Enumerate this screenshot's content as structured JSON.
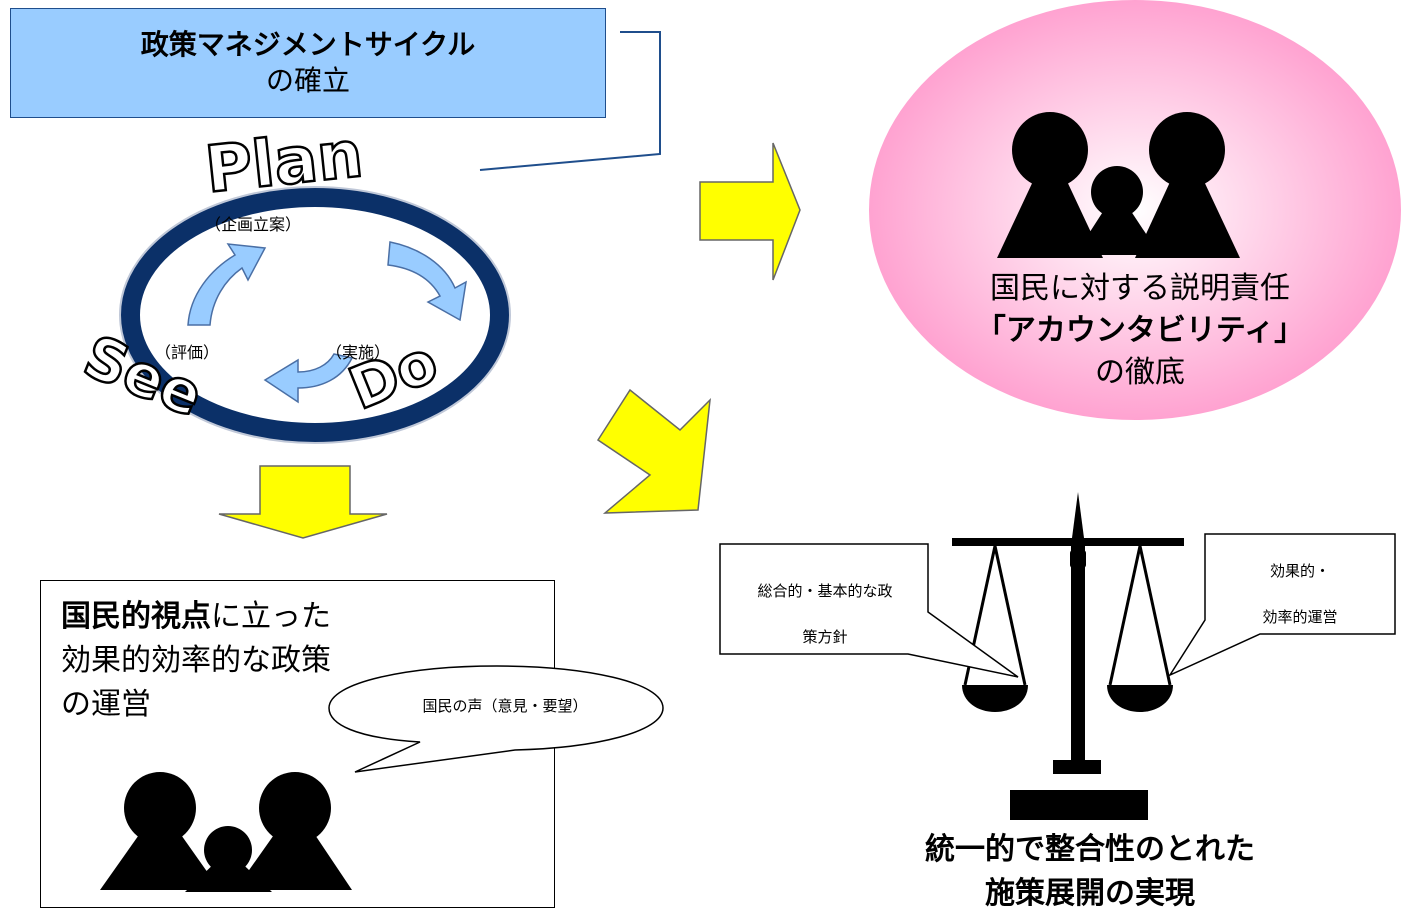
{
  "title": {
    "line1": "政策マネジメントサイクル",
    "line2": "の確立"
  },
  "cycle": {
    "plan_word": "Plan",
    "see_word": "See",
    "do_word": "Do",
    "plan_label": "（企画立案）",
    "see_label": "（評価）",
    "do_label": "（実施）",
    "ring_color": "#0b3068",
    "arrow_color": "#99ccff"
  },
  "accountability": {
    "line1": "国民に対する説明責任",
    "line2": "「アカウンタビリティ」",
    "line3": "の徹底",
    "bubble_color": "#ff99cc"
  },
  "citizen_box": {
    "line1_bold": "国民的視点",
    "line1_rest": "に立った",
    "line2": "効果的効率的な政策",
    "line3": "の運営",
    "voice_bubble": "国民の声（意見・要望）"
  },
  "balance": {
    "left_callout": {
      "line1": "総合的・基本的な政",
      "line2": "策方針"
    },
    "right_callout": {
      "line1": "効果的・",
      "line2": "効率的運営"
    },
    "caption_line1": "統一的で整合性のとれた",
    "caption_line2": "施策展開の実現"
  },
  "colors": {
    "arrow_yellow": "#ffff00",
    "title_box_fill": "#99ccff"
  }
}
